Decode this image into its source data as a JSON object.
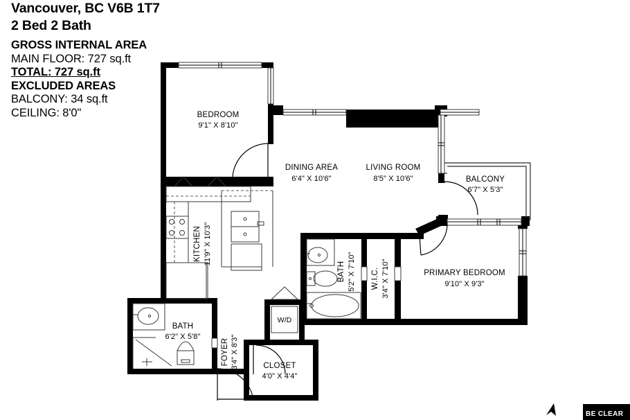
{
  "header": {
    "address_line1": "Vancouver, BC V6B 1T7",
    "address_line2": "2 Bed 2 Bath",
    "gross_internal_area_label": "GROSS INTERNAL AREA",
    "main_floor_label": "MAIN FLOOR: 727 sq.ft",
    "total_label": "TOTAL: 727 sq.ft",
    "excluded_areas_label": "EXCLUDED AREAS",
    "balcony_label": "BALCONY: 34 sq.ft",
    "ceiling_label": "CEILING: 8'0\""
  },
  "rooms": [
    {
      "name": "BEDROOM",
      "dims": "9'1\" X 8'10\""
    },
    {
      "name": "DINING AREA",
      "dims": "6'4\" X 10'6\""
    },
    {
      "name": "LIVING ROOM",
      "dims": "8'5\" X 10'6\""
    },
    {
      "name": "BALCONY",
      "dims": "6'7\" X 5'3\""
    },
    {
      "name": "KITCHEN",
      "dims": "11'9\" X 10'3\""
    },
    {
      "name": "BATH",
      "dims": "5'2\" X 7'10\""
    },
    {
      "name": "W.I.C.",
      "dims": "3'4\" X 7'10\""
    },
    {
      "name": "PRIMARY BEDROOM",
      "dims": "9'10\" X 9'3\""
    },
    {
      "name": "BATH",
      "dims": "6'2\" X 5'8\""
    },
    {
      "name": "FOYER",
      "dims": "3'4\" X 8'3\""
    },
    {
      "name": "CLOSET",
      "dims": "4'0\" X 4'4\""
    }
  ],
  "appliances": {
    "washer_dryer_label": "W/D"
  },
  "branding": {
    "logo_text": "BE CLEAR",
    "north_icon": "north-arrow-icon"
  },
  "colors": {
    "wall": "#000000",
    "paper": "#ffffff",
    "text": "#000000",
    "fixture_line": "#3a3a3a"
  }
}
